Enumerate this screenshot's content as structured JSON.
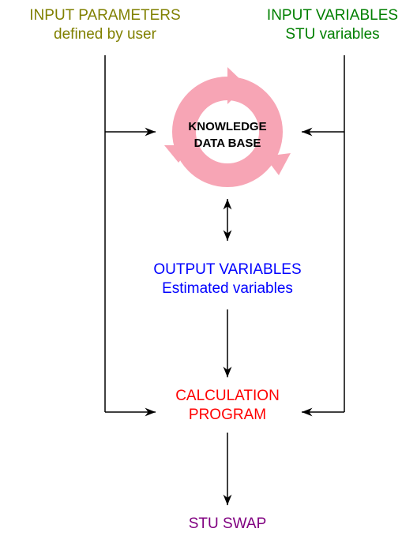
{
  "colors": {
    "input_parameters": "#808000",
    "input_variables": "#007f00",
    "knowledge": "#000000",
    "cycle": "#f7a5b5",
    "output_variables": "#0000ff",
    "calculation": "#ff0000",
    "result": "#800080",
    "lines": "#000000"
  },
  "input_parameters": {
    "line1": "INPUT PARAMETERS",
    "line2": "defined by user"
  },
  "input_variables": {
    "line1": "INPUT VARIABLES",
    "line2": "STU variables"
  },
  "knowledge_base": {
    "line1": "KNOWLEDGE",
    "line2": "DATA BASE",
    "icon": "cycle-arrows-icon"
  },
  "output_variables": {
    "line1": "OUTPUT VARIABLES",
    "line2": "Estimated variables"
  },
  "calculation_program": {
    "line1": "CALCULATION",
    "line2": "PROGRAM"
  },
  "result": {
    "label": "STU SWAP"
  }
}
